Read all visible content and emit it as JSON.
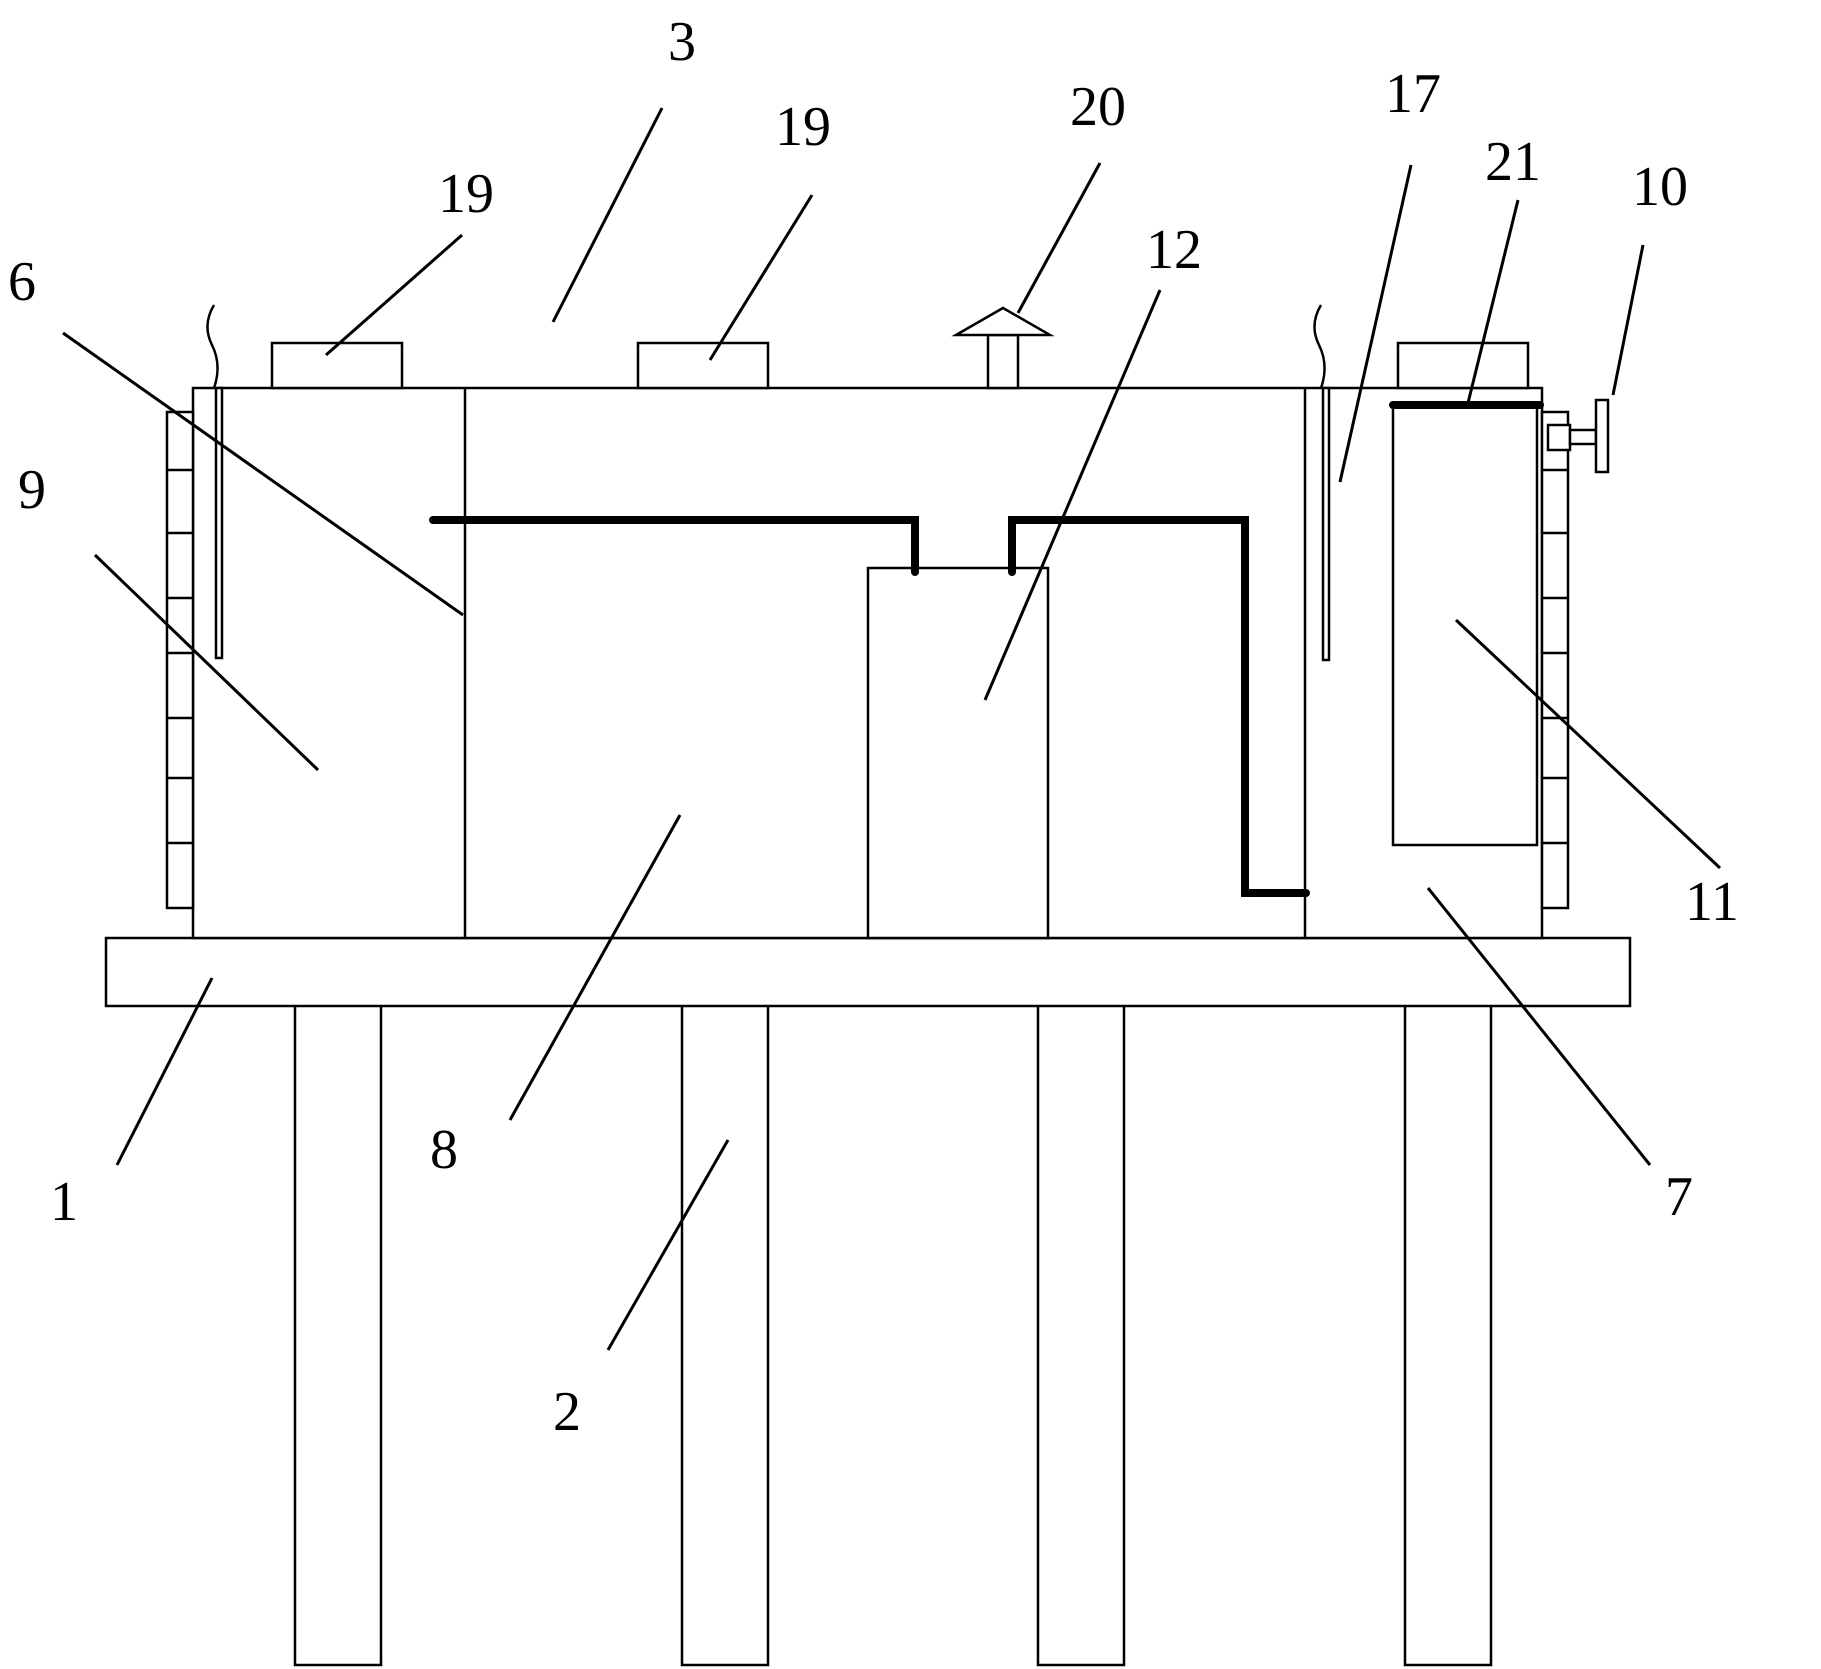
{
  "labels": {
    "l1": "1",
    "l2": "2",
    "l3": "3",
    "l6": "6",
    "l7": "7",
    "l8": "8",
    "l9": "9",
    "l10": "10",
    "l11": "11",
    "l12": "12",
    "l17": "17",
    "l19a": "19",
    "l19b": "19",
    "l20": "20",
    "l21": "21"
  },
  "colors": {
    "stroke": "#000000",
    "background": "#ffffff"
  }
}
